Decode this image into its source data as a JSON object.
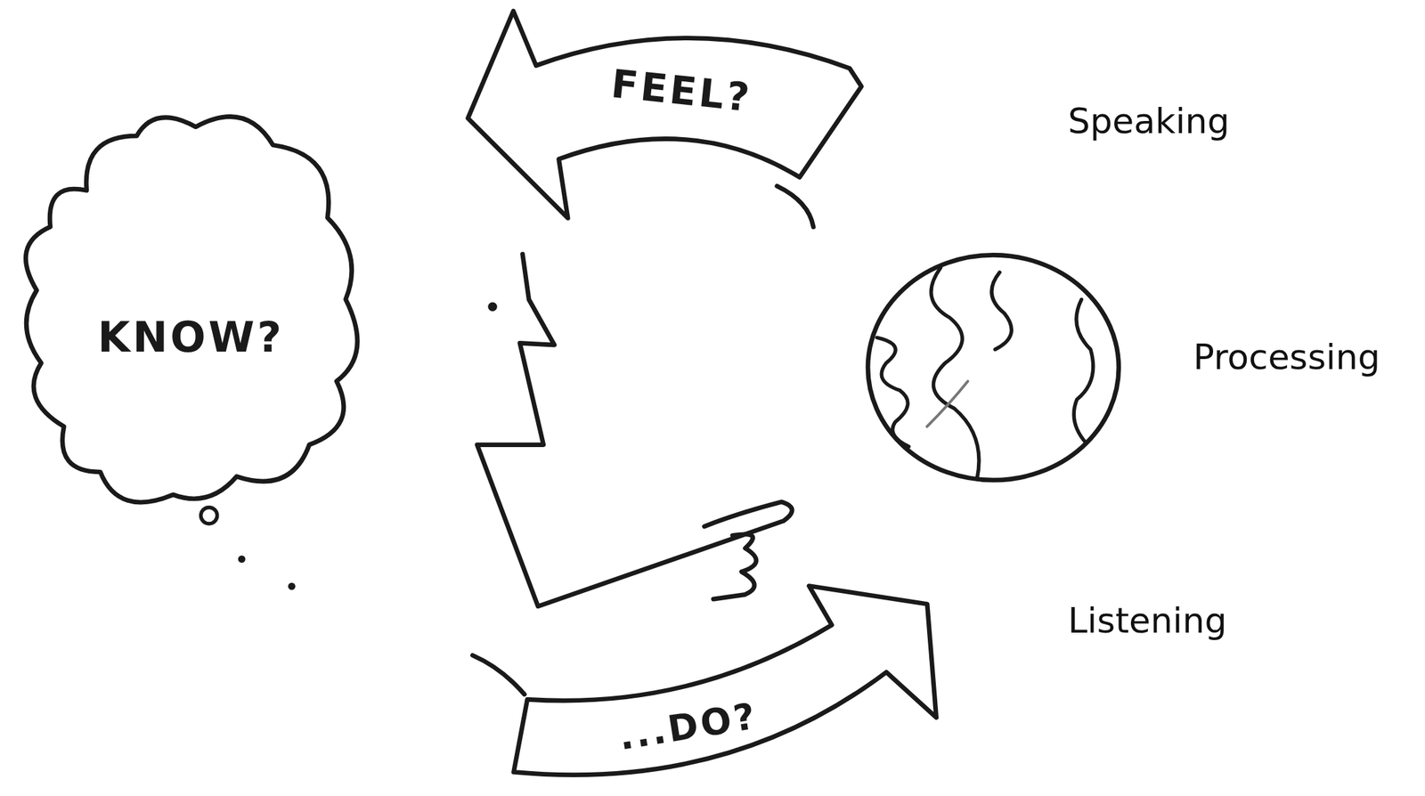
{
  "diagram": {
    "nodes": [
      {
        "text": [
          "KNOW?"
        ]
      },
      {
        "text": [
          "FEEL?"
        ]
      },
      {
        "text": [
          "...DO?"
        ]
      }
    ],
    "labels": [
      "Speaking",
      "Processing",
      "Listening"
    ]
  }
}
